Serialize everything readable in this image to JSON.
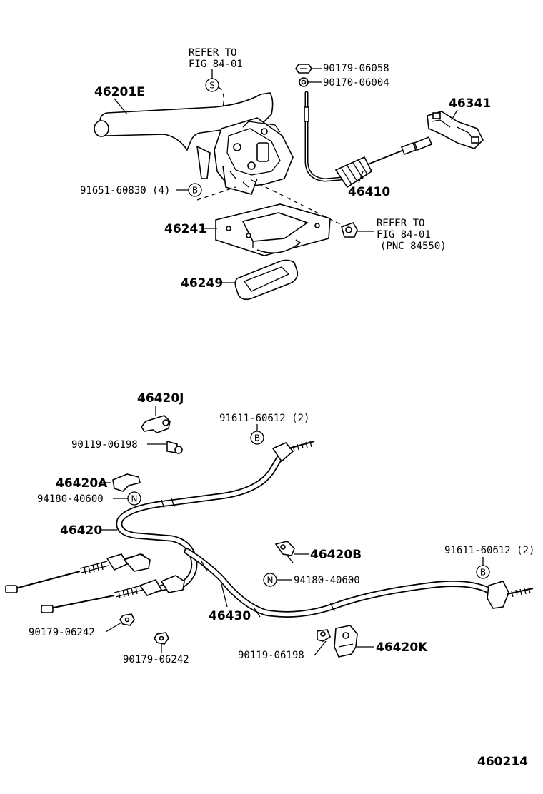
{
  "diagram_id": "460214",
  "refer_top": {
    "line1": "REFER TO",
    "line2": "FIG 84-01",
    "symbol": "S"
  },
  "refer_right": {
    "line1": "REFER TO",
    "line2": "FIG 84-01",
    "line3": "(PNC 84550)"
  },
  "upper_parts": {
    "lever": "46201E",
    "nut": "90179-06058",
    "washer": "90170-06004",
    "bracket": "46341",
    "bolt": "91651-60830 (4)",
    "bolt_symbol": "B",
    "front_cable": "46410",
    "plate": "46241",
    "seal": "46249"
  },
  "lower_parts": {
    "clamp_j": "46420J",
    "bolt_j": "90119-06198",
    "bolt_top": "91611-60612 (2)",
    "bolt_top_symbol": "B",
    "clamp_a": "46420A",
    "nut_a": "94180-40600",
    "nut_a_symbol": "N",
    "cable_left": "46420",
    "clamp_b": "46420B",
    "nut_b": "94180-40600",
    "nut_b_symbol": "N",
    "bolt_right": "91611-60612 (2)",
    "bolt_right_symbol": "B",
    "cable_right": "46430",
    "nut_c": "90179-06242",
    "nut_d": "90179-06242",
    "bolt_k": "90119-06198",
    "clamp_k": "46420K"
  }
}
